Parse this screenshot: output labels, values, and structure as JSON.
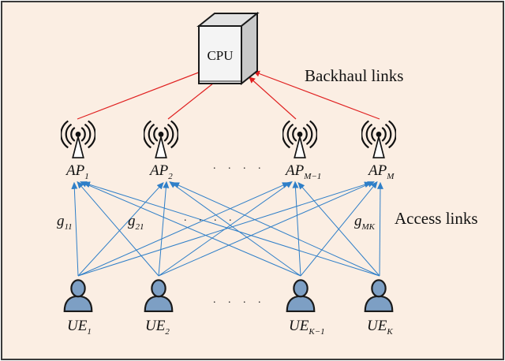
{
  "cpu": {
    "label": "CPU"
  },
  "labels": {
    "backhaul": "Backhaul links",
    "access": "Access links"
  },
  "aps": [
    {
      "base": "AP",
      "sub": "1"
    },
    {
      "base": "AP",
      "sub": "2"
    },
    {
      "base": "AP",
      "sub": "M−1"
    },
    {
      "base": "AP",
      "sub": "M"
    }
  ],
  "ues": [
    {
      "base": "UE",
      "sub": "1"
    },
    {
      "base": "UE",
      "sub": "2"
    },
    {
      "base": "UE",
      "sub": "K−1"
    },
    {
      "base": "UE",
      "sub": "K"
    }
  ],
  "gains": [
    {
      "base": "g",
      "sub": "11"
    },
    {
      "base": "g",
      "sub": "21"
    },
    {
      "base": "g",
      "sub": "MK"
    }
  ],
  "ellipses": {
    "ap_row": ". . . .",
    "link_row": ". . . .",
    "ue_row": ". . . ."
  },
  "colors": {
    "background": "#fbeee3",
    "border": "#3a3a3a",
    "backhaul_link": "#e02020",
    "access_link": "#2f7fc8",
    "ue_fill": "#7d9fc4",
    "ue_stroke": "#1a1a1a",
    "tower": "#ffffff",
    "server_front": "#f4f4f4",
    "server_side": "#c9c9c9"
  },
  "icons": {
    "cpu": "server-tower-icon",
    "ap": "antenna-broadcast-icon",
    "ue": "user-person-icon"
  }
}
